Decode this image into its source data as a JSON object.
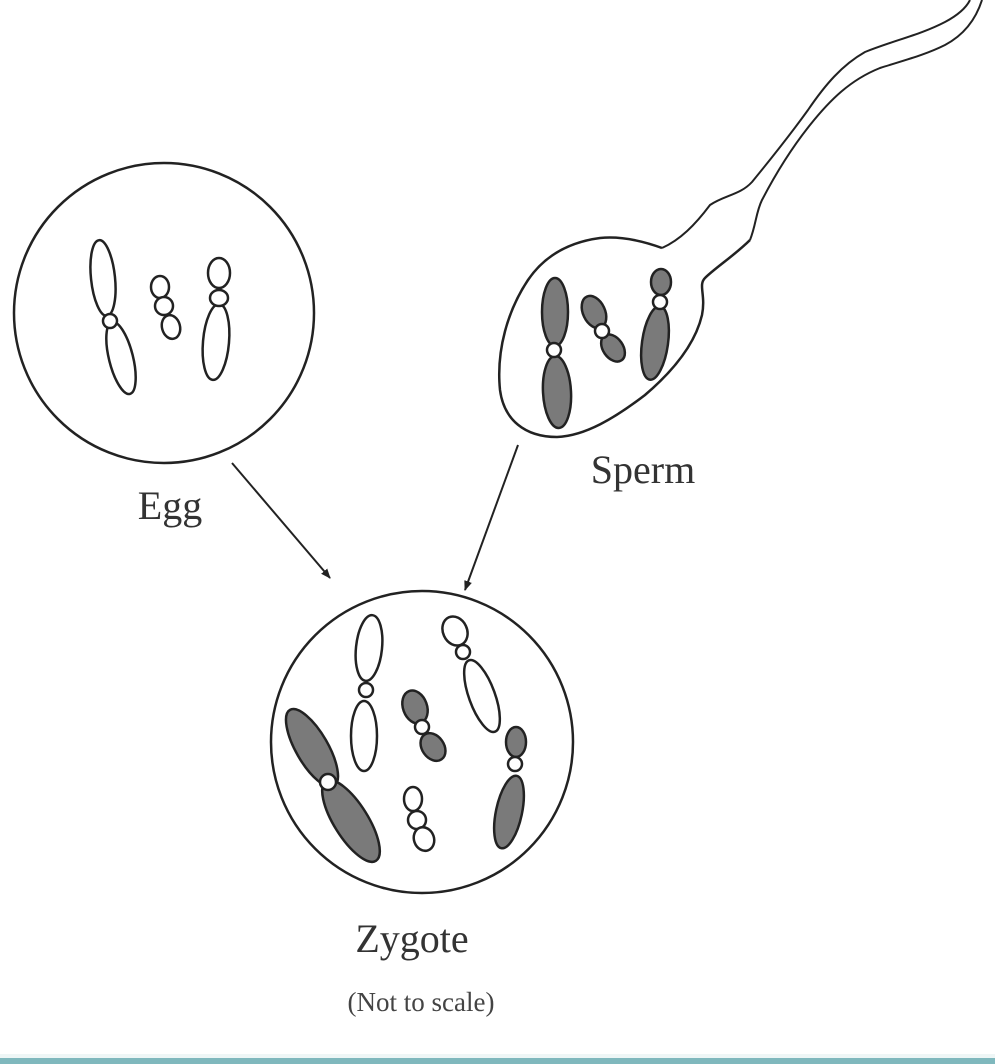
{
  "labels": {
    "egg": "Egg",
    "sperm": "Sperm",
    "zygote": "Zygote",
    "note": "(Not to scale)"
  },
  "colors": {
    "outline": "#222222",
    "paternal_fill": "#7a7a7a",
    "maternal_fill": "#ffffff",
    "accent_bar": "#7fb8bd"
  }
}
